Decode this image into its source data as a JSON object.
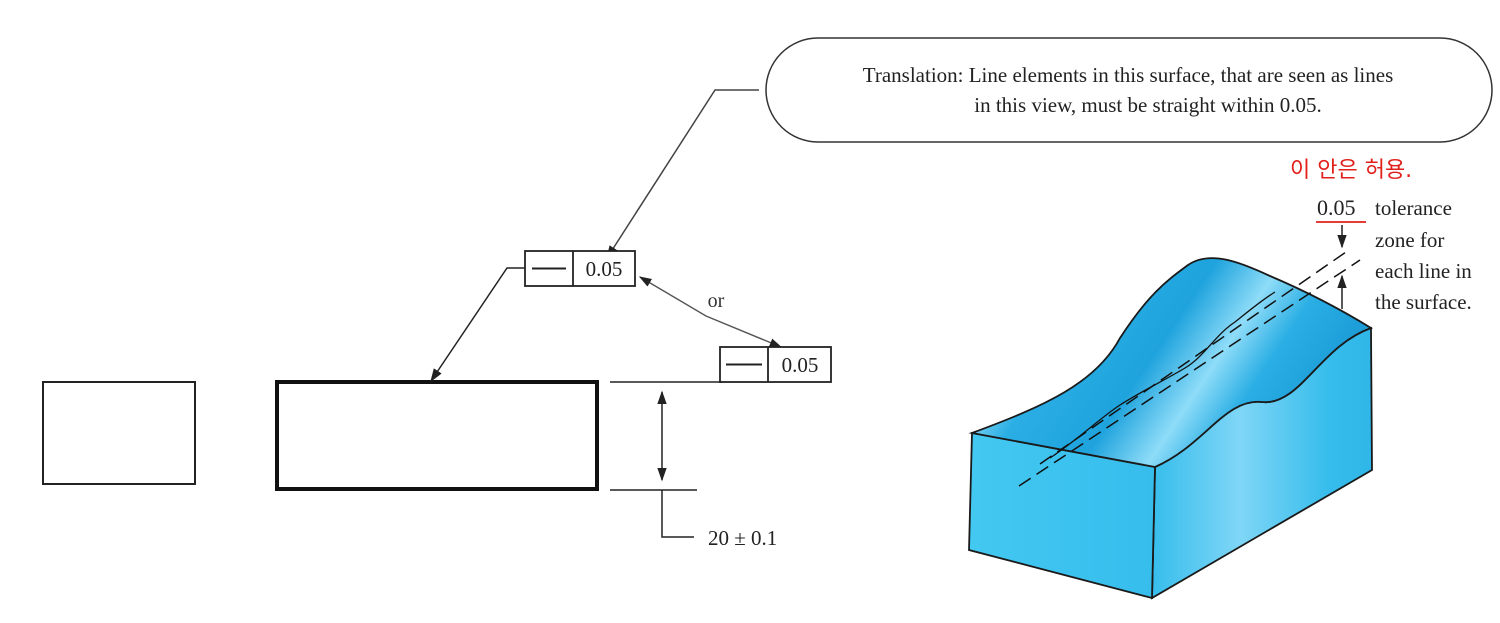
{
  "callout": {
    "line1": "Translation: Line elements in this surface, that are seen as lines",
    "line2": "in this view, must be straight within 0.05."
  },
  "fcf_upper": {
    "symbol": "straightness-icon",
    "value": "0.05"
  },
  "fcf_lower": {
    "symbol": "straightness-icon",
    "value": "0.05"
  },
  "or_label": "or",
  "dimension": {
    "text": "20 ± 0.1"
  },
  "annotation_korean": "이 안은 허용.",
  "tolerance_zone": {
    "value": "0.05",
    "line1": "tolerance",
    "line2": "zone for",
    "line3": "each line in",
    "line4": "the surface."
  },
  "colors": {
    "block_face": "#3ec4ee",
    "block_top": "#28aee6",
    "block_highlight": "#9fe3fa",
    "annotation_red": "#e0201a",
    "line": "#222222"
  }
}
